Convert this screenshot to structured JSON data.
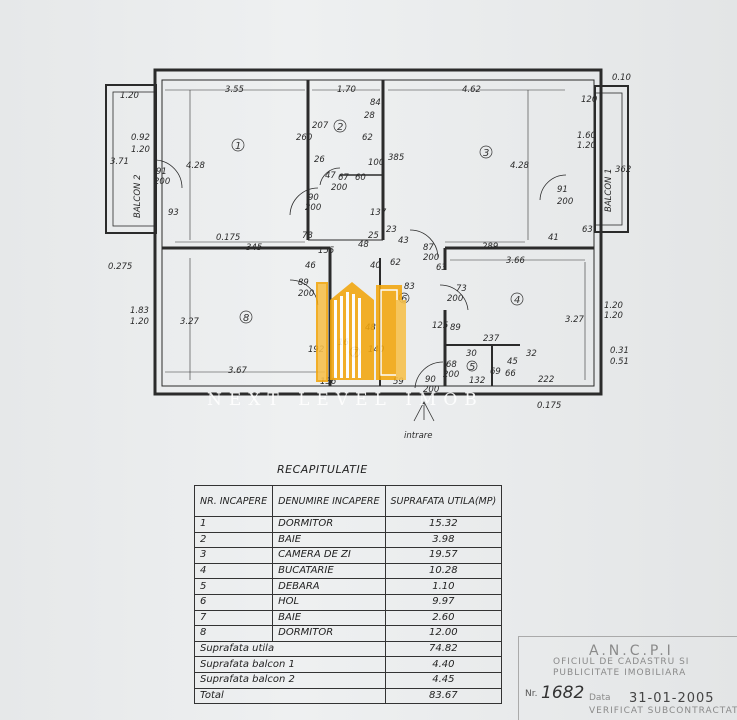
{
  "plan": {
    "rooms": [
      "1",
      "2",
      "3",
      "4",
      "5",
      "6",
      "7",
      "8"
    ],
    "dims": {
      "d_120_top": "1.20",
      "d_355": "3.55",
      "d_170": "1.70",
      "d_462": "4.62",
      "d_010": "0.10",
      "d_120b": "120",
      "d_260": "260",
      "d_207": "207",
      "d_84": "84",
      "d_28": "28",
      "d_62": "62",
      "d_092": "0.92",
      "d_120_l": "1.20",
      "d_371": "3.71",
      "d_428_l": "4.28",
      "d_91_l": "91",
      "d_200_l": "200",
      "d_93": "93",
      "d_26": "26",
      "d_47": "47",
      "d_67": "67",
      "d_200_b2": "200",
      "d_60": "60",
      "d_100": "100",
      "d_385": "385",
      "d_428_r": "4.28",
      "d_160": "1.60",
      "d_120_r": "1.20",
      "d_362": "362",
      "d_91_r": "91",
      "d_200_r": "200",
      "d_90_t": "90",
      "d_200_t": "200",
      "d_137": "137",
      "d_0175": "0.175",
      "d_345": "345",
      "d_78": "78",
      "d_155": "155",
      "d_48": "48",
      "d_25": "25",
      "d_23": "23",
      "d_43": "43",
      "d_87": "87",
      "d_200_m": "200",
      "d_289": "289",
      "d_41": "41",
      "d_63_r": "63",
      "d_0275": "0.275",
      "d_46": "46",
      "d_40": "40",
      "d_62b": "62",
      "d_63b": "63",
      "d_366": "3.66",
      "d_89": "89",
      "d_200_89": "200",
      "d_83": "83",
      "d_73": "73",
      "d_200_73": "200",
      "d_183": "1.83",
      "d_120_8": "1.20",
      "d_327_l": "3.27",
      "d_327_r": "3.27",
      "d_120_4a": "1.20",
      "d_120_4b": "1.20",
      "d_125": "125",
      "d_89b": "89",
      "d_237": "237",
      "d_30": "30",
      "d_32": "32",
      "d_031": "0.31",
      "d_051": "0.51",
      "d_68": "68",
      "d_200_5": "200",
      "d_45": "45",
      "d_66": "66",
      "d_69": "69",
      "d_132": "132",
      "d_222": "222",
      "d_0175b": "0.175",
      "d_367": "3.67",
      "d_192": "192",
      "d_136": "136",
      "d_59": "59",
      "d_90_b": "90",
      "d_200_b": "200",
      "d_140": "140",
      "d_16": "16",
      "d_48b": "48"
    },
    "balcon_2": "BALCON 2",
    "balcon_1": "BALCON 1",
    "entrance": "intrare"
  },
  "watermark": "NEXT LEVEL IMOB",
  "recap": {
    "title": "RECAPITULATIE",
    "headers": [
      "NR. INCAPERE",
      "DENUMIRE INCAPERE",
      "SUPRAFATA UTILA(MP)"
    ],
    "rows": [
      {
        "nr": "1",
        "name": "DORMITOR",
        "area": "15.32"
      },
      {
        "nr": "2",
        "name": "BAIE",
        "area": "3.98"
      },
      {
        "nr": "3",
        "name": "CAMERA DE ZI",
        "area": "19.57"
      },
      {
        "nr": "4",
        "name": "BUCATARIE",
        "area": "10.28"
      },
      {
        "nr": "5",
        "name": "DEBARA",
        "area": "1.10"
      },
      {
        "nr": "6",
        "name": "HOL",
        "area": "9.97"
      },
      {
        "nr": "7",
        "name": "BAIE",
        "area": "2.60"
      },
      {
        "nr": "8",
        "name": "DORMITOR",
        "area": "12.00"
      }
    ],
    "totals": [
      {
        "label": "Suprafata utila",
        "value": "74.82"
      },
      {
        "label": "Suprafata balcon 1",
        "value": "4.40"
      },
      {
        "label": "Suprafata balcon 2",
        "value": "4.45"
      },
      {
        "label": "Total",
        "value": "83.67"
      }
    ]
  },
  "stamp": {
    "agency": "A.N.C.P.I",
    "line1": "OFICIUL DE CADASTRU SI",
    "line2": "PUBLICITATE IMOBILIARA",
    "nr_label": "Nr.",
    "nr_value": "1682",
    "date_label": "Data",
    "date_value": "31-01-2005",
    "verified": "VERIFICAT SUBCONTRACTAT"
  },
  "colors": {
    "ink": "#2a2a2a",
    "paper": "#eceeef",
    "logo": "#f2a60c"
  }
}
